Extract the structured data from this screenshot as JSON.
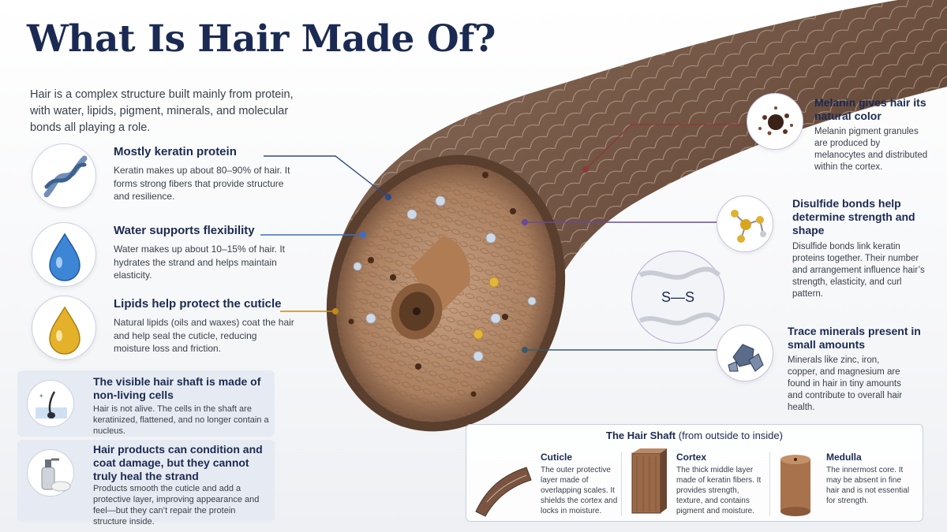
{
  "title": "What Is Hair Made Of?",
  "intro": "Hair is a complex structure built mainly from protein, with water, lipids, pigment, minerals, and molecular bonds all playing a role.",
  "left_items": [
    {
      "title": "Mostly keratin protein",
      "desc": "Keratin makes up about 80–90% of hair. It forms strong fibers that provide structure and resilience.",
      "icon": "keratin-helix-icon",
      "line_color": "#2e4a8a"
    },
    {
      "title": "Water supports flexibility",
      "desc": "Water makes up about 10–15% of hair. It hydrates the strand and helps maintain elasticity.",
      "icon": "water-drop-icon",
      "line_color": "#3b6fc4"
    },
    {
      "title": "Lipids help protect the cuticle",
      "desc": "Natural lipids (oils and waxes) coat the hair and help seal the cuticle, reducing moisture loss and friction.",
      "icon": "oil-drop-icon",
      "line_color": "#c08a1a"
    }
  ],
  "cards": [
    {
      "title": "The visible hair shaft is made of non-living cells",
      "desc": "Hair is not alive. The cells in the shaft are keratinized, flattened, and no longer contain a nucleus.",
      "icon": "follicle-icon"
    },
    {
      "title": "Hair products can condition and coat damage, but they cannot truly heal the strand",
      "desc": "Products smooth the cuticle and add a protective layer, improving appearance and feel—but they can’t repair the protein structure inside.",
      "icon": "product-bottle-icon"
    }
  ],
  "right_items": [
    {
      "title": "Melanin gives hair its natural color",
      "desc": "Melanin pigment granules are produced by melanocytes and distributed within the cortex.",
      "icon": "melanin-granules-icon"
    },
    {
      "title": "Disulfide bonds help determine strength and shape",
      "desc": "Disulfide bonds link keratin proteins together. Their number and arrangement influence hair’s strength, elasticity, and curl pattern.",
      "icon": "molecule-icon"
    },
    {
      "title": "Trace minerals present in small amounts",
      "desc": "Minerals like zinc, iron, copper, and magnesium are found in hair in tiny amounts and contribute to overall hair health.",
      "icon": "mineral-crystal-icon"
    }
  ],
  "bond_label": "S—S",
  "shaft": {
    "title": "The Hair Shaft",
    "subtitle": "(from outside to inside)",
    "layers": [
      {
        "title": "Cuticle",
        "desc": "The outer protective layer made of overlapping scales. It shields the cortex and locks in moisture."
      },
      {
        "title": "Cortex",
        "desc": "The thick middle layer made of keratin fibers. It provides strength, texture, and contains pigment and moisture."
      },
      {
        "title": "Medulla",
        "desc": "The innermost core. It may be absent in fine hair and is not essential for strength."
      }
    ]
  }
}
